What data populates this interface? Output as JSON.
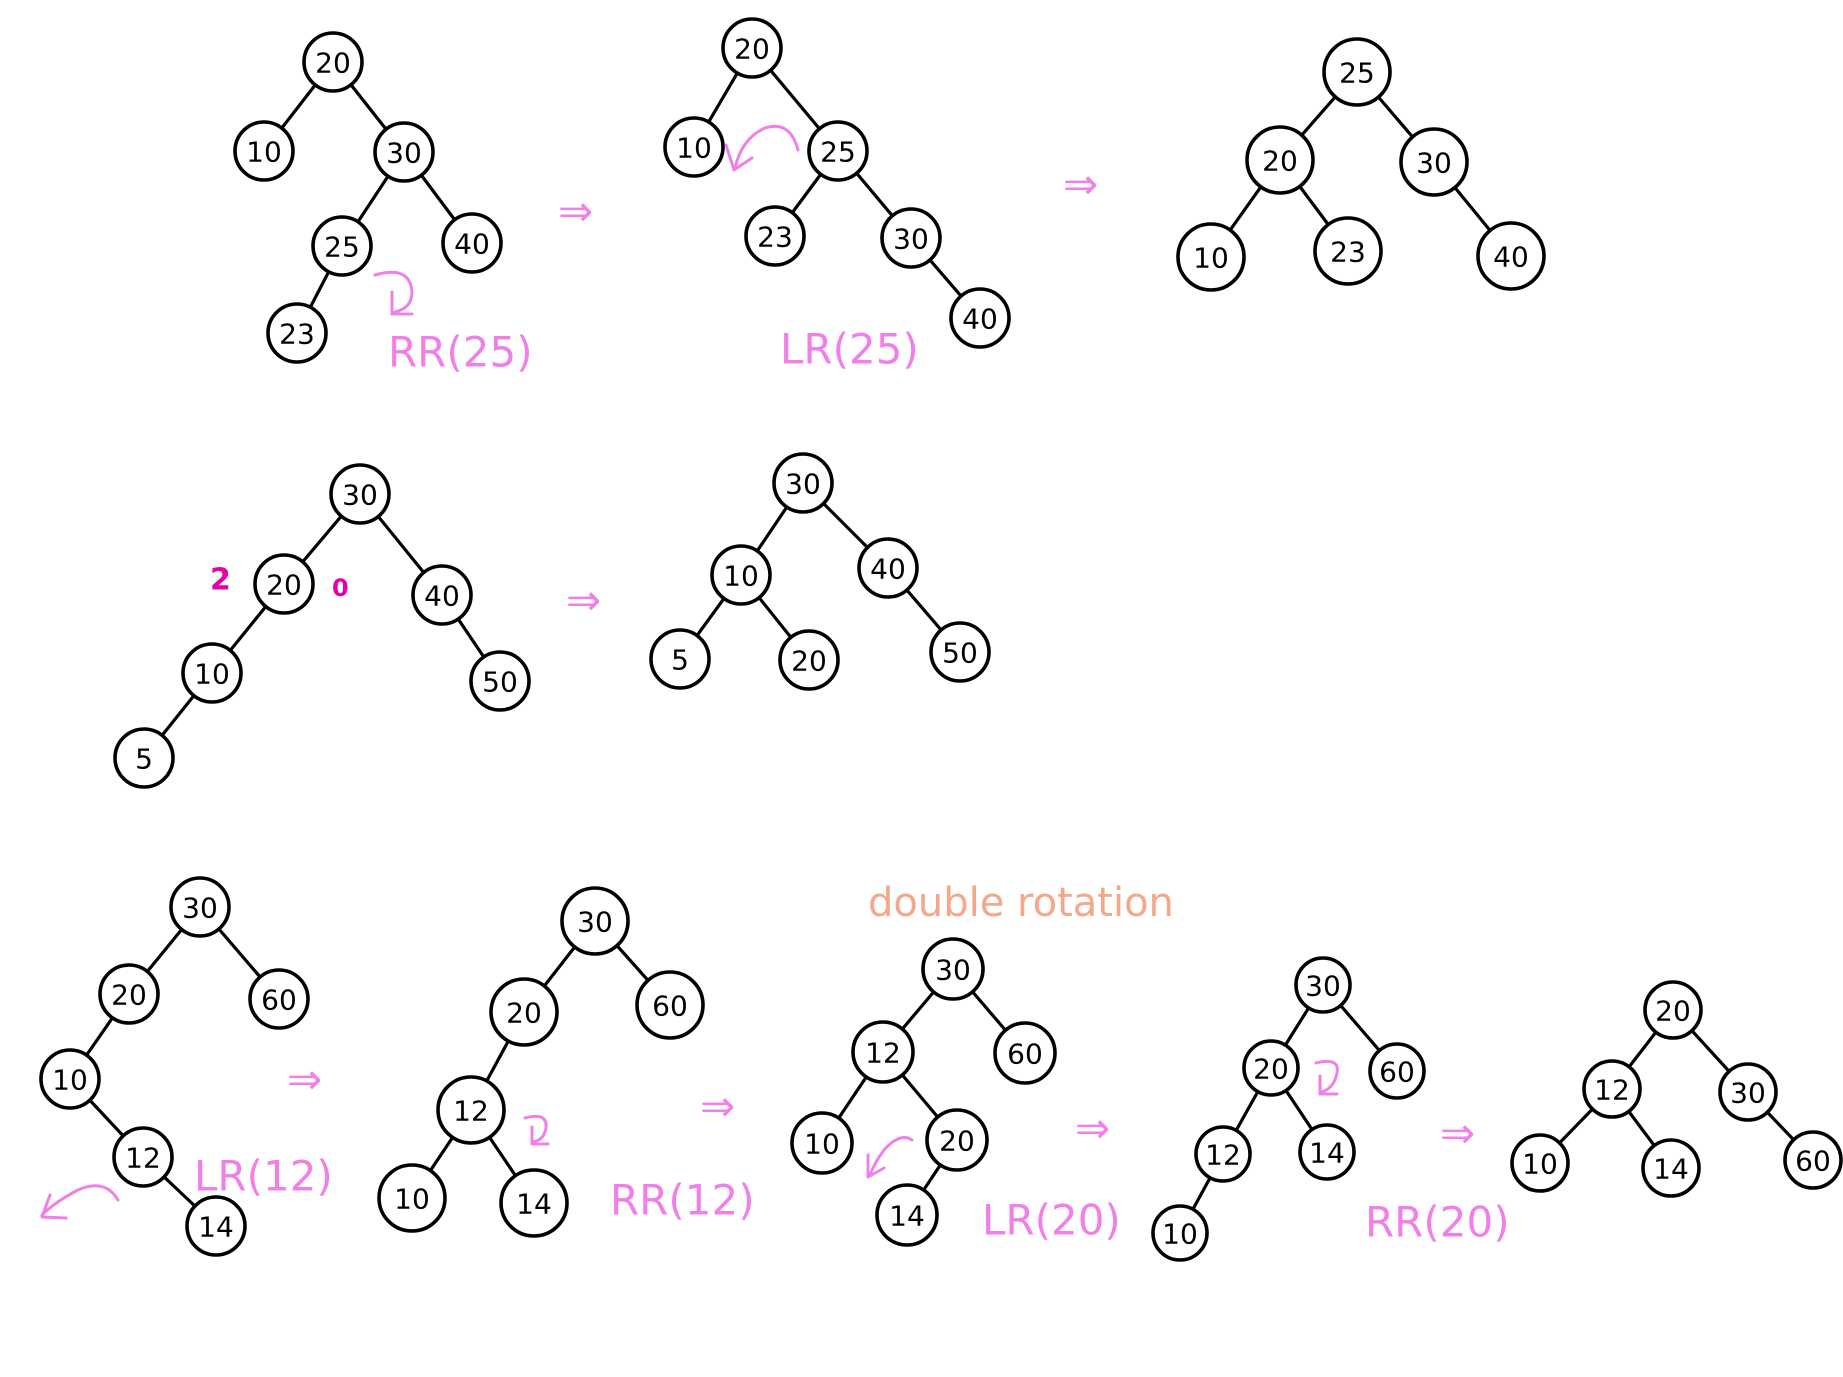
{
  "colors": {
    "ink": "#000000",
    "rotation_label": "#f080e8",
    "balance_factor": "#e600a8",
    "caption": "#f4a88a"
  },
  "trees": [
    {
      "id": "t1",
      "nodes": [
        {
          "id": "20",
          "label": "20"
        },
        {
          "id": "10",
          "label": "10"
        },
        {
          "id": "30",
          "label": "30"
        },
        {
          "id": "25",
          "label": "25"
        },
        {
          "id": "40",
          "label": "40"
        },
        {
          "id": "23",
          "label": "23"
        }
      ],
      "edges": [
        [
          "20",
          "10"
        ],
        [
          "20",
          "30"
        ],
        [
          "30",
          "25"
        ],
        [
          "30",
          "40"
        ],
        [
          "25",
          "23"
        ]
      ]
    },
    {
      "id": "t2",
      "nodes": [
        {
          "id": "20",
          "label": "20"
        },
        {
          "id": "10",
          "label": "10"
        },
        {
          "id": "25",
          "label": "25"
        },
        {
          "id": "23",
          "label": "23"
        },
        {
          "id": "30",
          "label": "30"
        },
        {
          "id": "40",
          "label": "40"
        }
      ],
      "edges": [
        [
          "20",
          "10"
        ],
        [
          "20",
          "25"
        ],
        [
          "25",
          "23"
        ],
        [
          "25",
          "30"
        ],
        [
          "30",
          "40"
        ]
      ]
    },
    {
      "id": "t3",
      "nodes": [
        {
          "id": "25",
          "label": "25"
        },
        {
          "id": "20",
          "label": "20"
        },
        {
          "id": "30",
          "label": "30"
        },
        {
          "id": "10",
          "label": "10"
        },
        {
          "id": "23",
          "label": "23"
        },
        {
          "id": "40",
          "label": "40"
        }
      ],
      "edges": [
        [
          "25",
          "20"
        ],
        [
          "25",
          "30"
        ],
        [
          "20",
          "10"
        ],
        [
          "20",
          "23"
        ],
        [
          "30",
          "40"
        ]
      ]
    },
    {
      "id": "t4",
      "nodes": [
        {
          "id": "30",
          "label": "30"
        },
        {
          "id": "20",
          "label": "20"
        },
        {
          "id": "40",
          "label": "40"
        },
        {
          "id": "10",
          "label": "10"
        },
        {
          "id": "50",
          "label": "50"
        },
        {
          "id": "5",
          "label": "5"
        }
      ],
      "edges": [
        [
          "30",
          "20"
        ],
        [
          "30",
          "40"
        ],
        [
          "20",
          "10"
        ],
        [
          "40",
          "50"
        ],
        [
          "10",
          "5"
        ]
      ]
    },
    {
      "id": "t5",
      "nodes": [
        {
          "id": "30",
          "label": "30"
        },
        {
          "id": "10",
          "label": "10"
        },
        {
          "id": "40",
          "label": "40"
        },
        {
          "id": "5",
          "label": "5"
        },
        {
          "id": "20",
          "label": "20"
        },
        {
          "id": "50",
          "label": "50"
        }
      ],
      "edges": [
        [
          "30",
          "10"
        ],
        [
          "30",
          "40"
        ],
        [
          "10",
          "5"
        ],
        [
          "10",
          "20"
        ],
        [
          "40",
          "50"
        ]
      ]
    },
    {
      "id": "t6",
      "nodes": [
        {
          "id": "30",
          "label": "30"
        },
        {
          "id": "20",
          "label": "20"
        },
        {
          "id": "60",
          "label": "60"
        },
        {
          "id": "10",
          "label": "10"
        },
        {
          "id": "12",
          "label": "12"
        },
        {
          "id": "14",
          "label": "14"
        }
      ],
      "edges": [
        [
          "30",
          "20"
        ],
        [
          "30",
          "60"
        ],
        [
          "20",
          "10"
        ],
        [
          "10",
          "12"
        ],
        [
          "12",
          "14"
        ]
      ]
    },
    {
      "id": "t7",
      "nodes": [
        {
          "id": "30",
          "label": "30"
        },
        {
          "id": "20",
          "label": "20"
        },
        {
          "id": "60",
          "label": "60"
        },
        {
          "id": "12",
          "label": "12"
        },
        {
          "id": "10",
          "label": "10"
        },
        {
          "id": "14",
          "label": "14"
        }
      ],
      "edges": [
        [
          "30",
          "20"
        ],
        [
          "30",
          "60"
        ],
        [
          "20",
          "12"
        ],
        [
          "12",
          "10"
        ],
        [
          "12",
          "14"
        ]
      ]
    },
    {
      "id": "t8",
      "nodes": [
        {
          "id": "30",
          "label": "30"
        },
        {
          "id": "12",
          "label": "12"
        },
        {
          "id": "60",
          "label": "60"
        },
        {
          "id": "10",
          "label": "10"
        },
        {
          "id": "20",
          "label": "20"
        },
        {
          "id": "14",
          "label": "14"
        }
      ],
      "edges": [
        [
          "30",
          "12"
        ],
        [
          "30",
          "60"
        ],
        [
          "12",
          "10"
        ],
        [
          "12",
          "20"
        ],
        [
          "20",
          "14"
        ]
      ]
    },
    {
      "id": "t9",
      "nodes": [
        {
          "id": "30",
          "label": "30"
        },
        {
          "id": "20",
          "label": "20"
        },
        {
          "id": "60",
          "label": "60"
        },
        {
          "id": "12",
          "label": "12"
        },
        {
          "id": "14",
          "label": "14"
        },
        {
          "id": "10",
          "label": "10"
        }
      ],
      "edges": [
        [
          "30",
          "20"
        ],
        [
          "30",
          "60"
        ],
        [
          "20",
          "12"
        ],
        [
          "20",
          "14"
        ],
        [
          "12",
          "10"
        ]
      ]
    },
    {
      "id": "t10",
      "nodes": [
        {
          "id": "20",
          "label": "20"
        },
        {
          "id": "12",
          "label": "12"
        },
        {
          "id": "30",
          "label": "30"
        },
        {
          "id": "10",
          "label": "10"
        },
        {
          "id": "14",
          "label": "14"
        },
        {
          "id": "60",
          "label": "60"
        }
      ],
      "edges": [
        [
          "20",
          "12"
        ],
        [
          "20",
          "30"
        ],
        [
          "12",
          "10"
        ],
        [
          "12",
          "14"
        ],
        [
          "30",
          "60"
        ]
      ]
    }
  ],
  "transition_arrow_glyph": "⇒",
  "rotation_labels": [
    "RR(25)",
    "LR(25)",
    "LR(12)",
    "RR(12)",
    "LR(20)",
    "RR(20)"
  ],
  "balance_factors": [
    "2",
    "0"
  ],
  "caption": "double rotation"
}
